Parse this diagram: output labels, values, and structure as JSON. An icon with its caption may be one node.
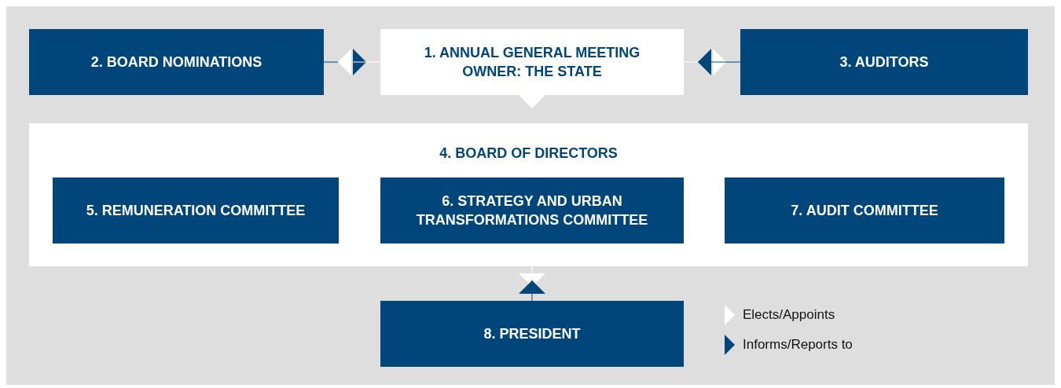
{
  "diagram": {
    "nodes": [
      {
        "text": [
          "2. BOARD NOMINATIONS"
        ]
      },
      {
        "text": [
          "1. ANNUAL GENERAL MEETING OWNER: THE STATE"
        ]
      },
      {
        "text": [
          "3. AUDITORS"
        ]
      },
      {
        "text": [
          "4. BOARD OF DIRECTORS"
        ]
      },
      {
        "text": [
          "5. REMUNERATION COMMITTEE"
        ],
        "in": 3
      },
      {
        "text": [
          "6. STRATEGY AND URBAN TRANSFORMATIONS COMMITTEE"
        ],
        "in": 3
      },
      {
        "text": [
          "7. AUDIT COMMITTEE"
        ],
        "in": 3
      },
      {
        "text": [
          "8. PRESIDENT"
        ]
      }
    ],
    "edges": [
      {
        "from": 0,
        "to": 1,
        "arrow": "to",
        "color": "#00467a"
      },
      {
        "from": 1,
        "to": 0,
        "arrow": "to",
        "color": "#ffffff"
      },
      {
        "from": 1,
        "to": 2,
        "arrow": "to",
        "color": "#ffffff"
      },
      {
        "from": 2,
        "to": 1,
        "arrow": "to",
        "color": "#00467a"
      },
      {
        "from": 1,
        "to": 3,
        "arrow": "to",
        "color": "#ffffff"
      },
      {
        "from": 3,
        "to": 7,
        "arrow": "to",
        "color": "#ffffff"
      },
      {
        "from": 7,
        "to": 3,
        "arrow": "to",
        "color": "#00467a"
      }
    ],
    "legend": [
      {
        "text": "Elects/Appoints",
        "color": "#ffffff"
      },
      {
        "text": "Informs/Reports to",
        "color": "#00467a"
      }
    ]
  }
}
